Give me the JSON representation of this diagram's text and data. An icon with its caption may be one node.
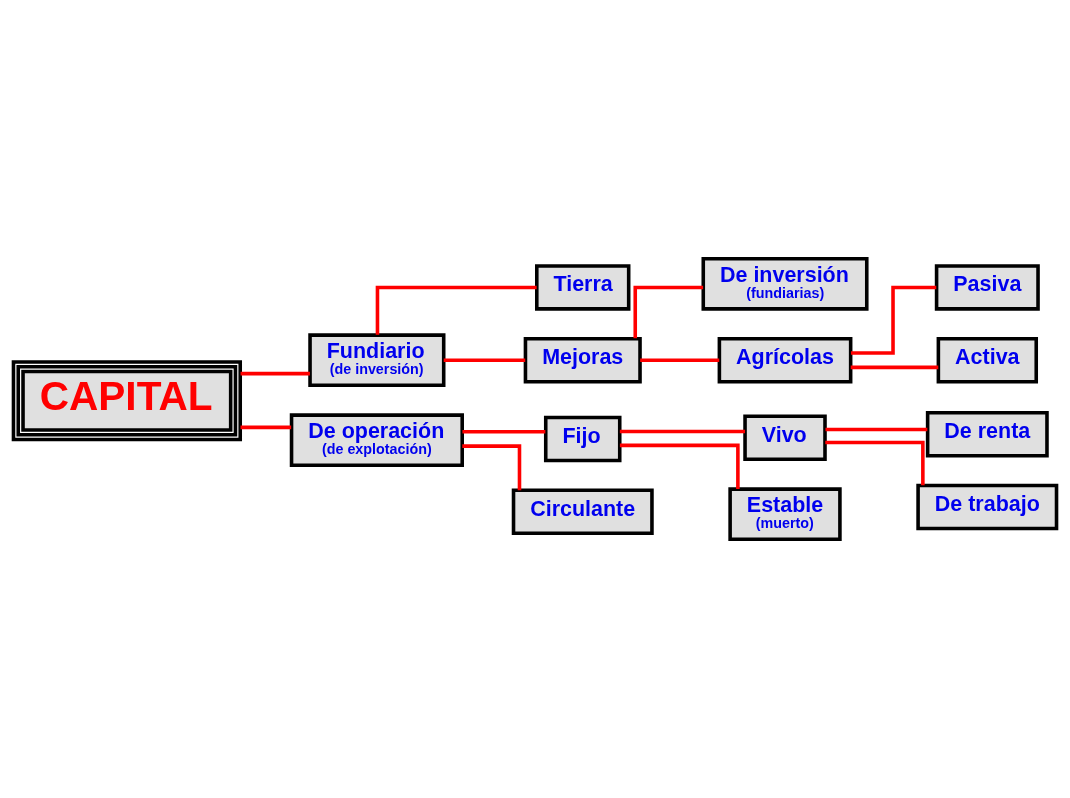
{
  "diagram": {
    "nodes": [
      {
        "text": [
          "CAPITAL"
        ]
      },
      {
        "text": [
          "Fundiario",
          "(de inversión)"
        ]
      },
      {
        "text": [
          "Tierra"
        ]
      },
      {
        "text": [
          "Mejoras"
        ]
      },
      {
        "text": [
          "De inversión",
          "(fundiarias)"
        ]
      },
      {
        "text": [
          "Agrícolas"
        ]
      },
      {
        "text": [
          "Pasiva"
        ]
      },
      {
        "text": [
          "Activa"
        ]
      },
      {
        "text": [
          "De operación",
          "(de explotación)"
        ]
      },
      {
        "text": [
          "Fijo"
        ]
      },
      {
        "text": [
          "Vivo"
        ]
      },
      {
        "text": [
          "De renta"
        ]
      },
      {
        "text": [
          "De trabajo"
        ]
      },
      {
        "text": [
          "Estable",
          "(muerto)"
        ]
      },
      {
        "text": [
          "Circulante"
        ]
      }
    ],
    "edges": [
      {
        "from": 0,
        "to": 1,
        "arrow": "none"
      },
      {
        "from": 0,
        "to": 8,
        "arrow": "none"
      },
      {
        "from": 1,
        "to": 2,
        "arrow": "none"
      },
      {
        "from": 1,
        "to": 3,
        "arrow": "none"
      },
      {
        "from": 3,
        "to": 4,
        "arrow": "none"
      },
      {
        "from": 3,
        "to": 5,
        "arrow": "none"
      },
      {
        "from": 5,
        "to": 6,
        "arrow": "none"
      },
      {
        "from": 5,
        "to": 7,
        "arrow": "none"
      },
      {
        "from": 8,
        "to": 9,
        "arrow": "none"
      },
      {
        "from": 8,
        "to": 14,
        "arrow": "none"
      },
      {
        "from": 9,
        "to": 10,
        "arrow": "none"
      },
      {
        "from": 9,
        "to": 13,
        "arrow": "none"
      },
      {
        "from": 10,
        "to": 11,
        "arrow": "none"
      },
      {
        "from": 10,
        "to": 12,
        "arrow": "none"
      }
    ]
  }
}
